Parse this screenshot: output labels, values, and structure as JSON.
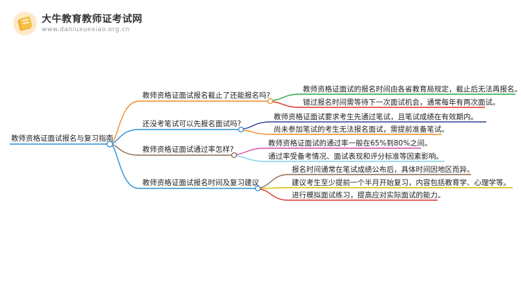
{
  "header": {
    "site_name": "大牛教育教师证考试网",
    "site_url": "www.daniuxuexiao.org.cn"
  },
  "mindmap": {
    "root": "教师资格证面试报名与复习指南",
    "branches": [
      {
        "label": "教师资格证面试报名截止了还能报名吗?",
        "color": "#f08a24",
        "items": [
          {
            "text": "教师资格证面试的报名时间由各省教育局规定，截止后无法再报名。",
            "color": "#27a844"
          },
          {
            "text": "错过报名时间需等待下一次面试机会，通常每年有两次面试。",
            "color": "#d9342b"
          }
        ]
      },
      {
        "label": "还没考笔试可以先报名面试吗?",
        "color": "#2a8fd6",
        "items": [
          {
            "text": "教师资格证面试要求考生先通过笔试，且笔试成绩在有效期内。",
            "color": "#2a3f9e"
          },
          {
            "text": "尚未参加笔试的考生无法报名面试，需提前准备笔试。",
            "color": "#f08a24"
          }
        ]
      },
      {
        "label": "教师资格证面试通过率怎样?",
        "color": "#8b6a52",
        "items": [
          {
            "text": "教师资格证面试的通过率一般在65%到80%之间。",
            "color": "#d14fa8"
          },
          {
            "text": "通过率受备考情况、面试表现和评分标准等因素影响。",
            "color": "#7fd0e6"
          }
        ]
      },
      {
        "label": "教师资格证面试报名时间及复习建议",
        "color": "#2a8fd6",
        "items": [
          {
            "text": "报名时间通常在笔试成绩公布后，具体时间因地区而异。",
            "color": "#8b6a52"
          },
          {
            "text": "建议考生至少提前一个半月开始复习，内容包括教育学、心理学等。",
            "color": "#e0b800"
          },
          {
            "text": "进行模拟面试练习，提高应对实际面试的能力。",
            "color": "#d9342b"
          }
        ]
      }
    ]
  }
}
